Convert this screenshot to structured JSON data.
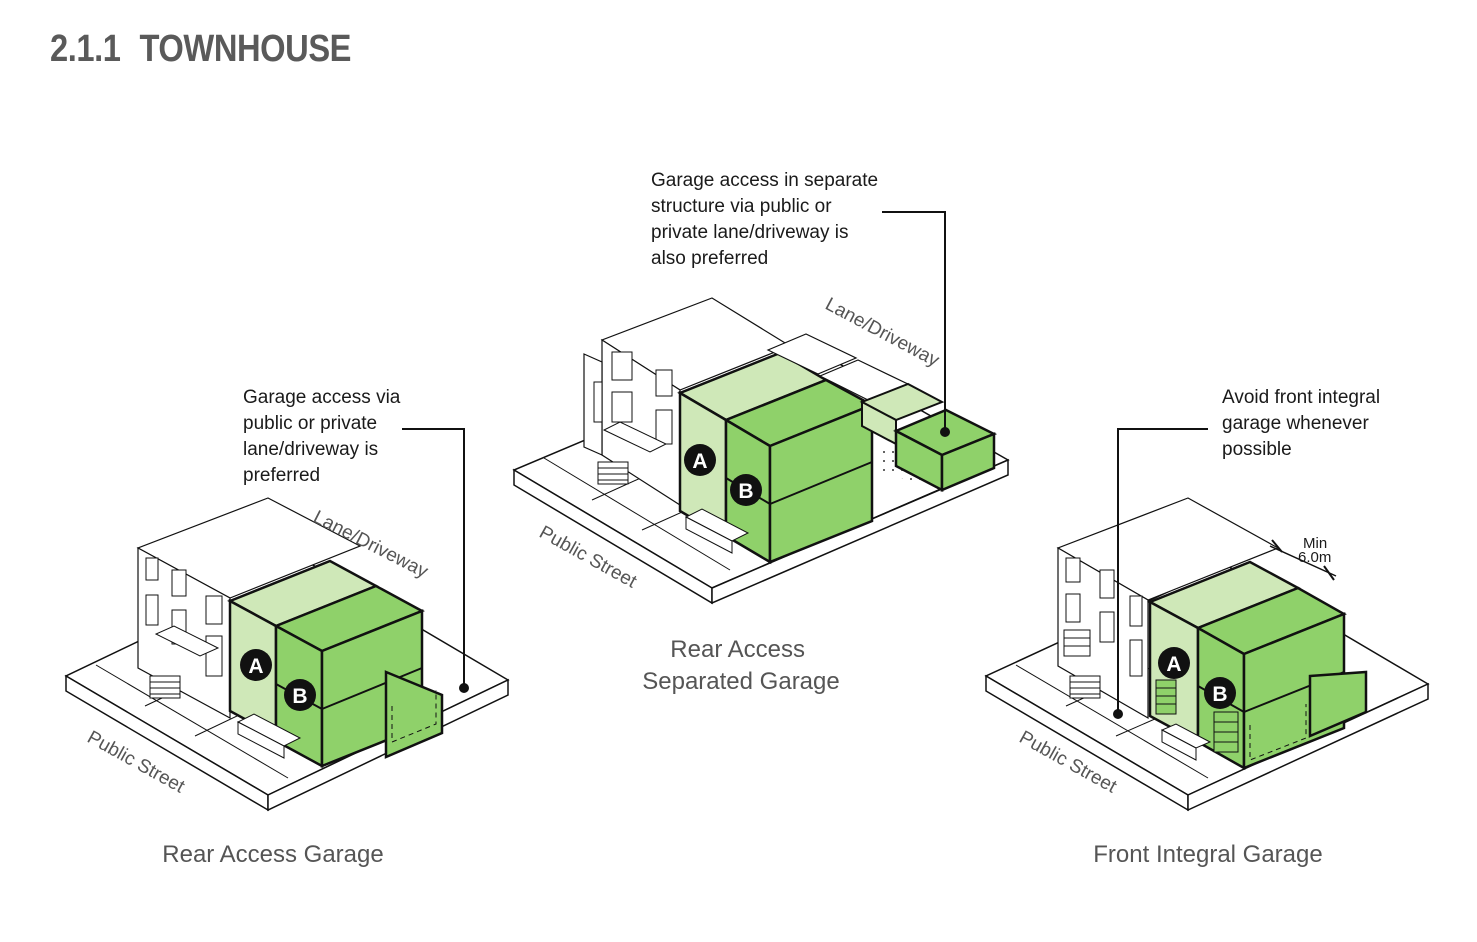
{
  "page": {
    "section_number": "2.1.1",
    "section_title": "TOWNHOUSE"
  },
  "colors": {
    "green_dark": "#8fd16a",
    "green_light": "#cfe8b8",
    "ink": "#111111",
    "caption_gray": "#555555",
    "title_gray": "#5a5a5a"
  },
  "diagrams": {
    "rear_access": {
      "caption": "Rear Access Garage",
      "callout": [
        "Garage access via",
        "public or private",
        "lane/driveway is",
        "preferred"
      ],
      "lane_label": "Lane/Driveway",
      "street_label": "Public Street",
      "unit_a": "A",
      "unit_b": "B"
    },
    "separated": {
      "caption": [
        "Rear Access",
        "Separated Garage"
      ],
      "callout": [
        "Garage access in separate",
        "structure via public or",
        "private lane/driveway is",
        "also preferred"
      ],
      "lane_label": "Lane/Driveway",
      "street_label": "Public Street",
      "unit_a": "A",
      "unit_b": "B"
    },
    "front_integral": {
      "caption": "Front Integral Garage",
      "callout": [
        "Avoid front integral",
        "garage whenever",
        "possible"
      ],
      "street_label": "Public Street",
      "dimension": [
        "Min",
        "6.0m"
      ],
      "unit_a": "A",
      "unit_b": "B"
    }
  }
}
